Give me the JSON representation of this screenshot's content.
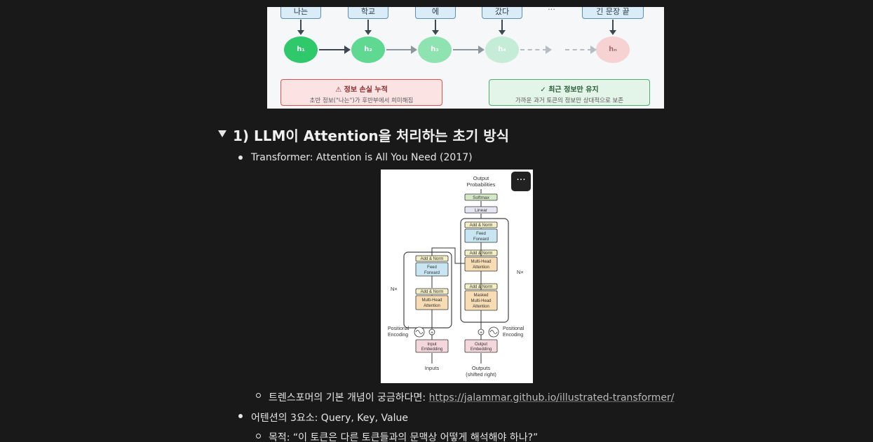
{
  "rnn_diagram": {
    "words": [
      "나는",
      "학교",
      "에",
      "갔다",
      "…",
      "긴 문장 끝"
    ],
    "nodes": [
      "h₁",
      "h₂",
      "h₃",
      "h₄",
      "hₙ"
    ],
    "warning": {
      "title": "⚠ 정보 손실 누적",
      "subtitle": "초반 정보(\"나는\")가 후반부에서 희미해짐"
    },
    "ok": {
      "title": "✓ 최근 정보만 유지",
      "subtitle": "가까운 과거 토큰의 정보만 상대적으로 보존"
    },
    "colors": {
      "node1": "#2fc86b",
      "node2": "#5fd891",
      "node3": "#8fe3b0",
      "node4": "#c4ecd6",
      "noden": "#f6d2d2"
    }
  },
  "section": {
    "heading": "1) LLM이 Attention을 처리하는 초기 방식",
    "bullet1": "Transformer: Attention is All You Need (2017)",
    "sub1_prefix": "트렌스포머의 기본 개념이 궁금하다면: ",
    "sub1_link": "https://jalammar.github.io/illustrated-transformer/",
    "bullet2": "어텐션의 3요소: Query, Key, Value",
    "sub2": "목적: “이 토큰은 다른 토큰들과의 문맥상 어떻게 해석해야 하나?”"
  },
  "figure": {
    "more_label": "···",
    "output_probabilities": [
      "Output",
      "Probabilities"
    ],
    "softmax": "Softmax",
    "linear": "Linear",
    "add_norm": "Add & Norm",
    "feed_forward": [
      "Feed",
      "Forward"
    ],
    "multi_head": [
      "Multi-Head",
      "Attention"
    ],
    "masked_multi_head": [
      "Masked",
      "Multi-Head",
      "Attention"
    ],
    "nx": "N×",
    "positional_encoding": [
      "Positional",
      "Encoding"
    ],
    "input_embedding": [
      "Input",
      "Embedding"
    ],
    "output_embedding": [
      "Output",
      "Embedding"
    ],
    "inputs": "Inputs",
    "outputs": [
      "Outputs",
      "(shifted right)"
    ]
  }
}
